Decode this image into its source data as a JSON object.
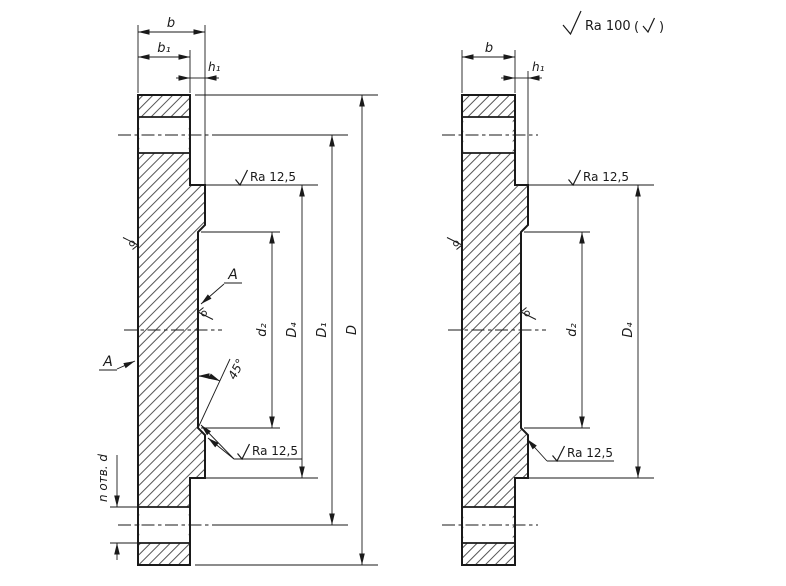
{
  "drawing": {
    "background": "#ffffff",
    "line_color": "#1a1a1a",
    "general_roughness": {
      "value": "Ra 100",
      "paren_open": "(",
      "paren_close": ")"
    },
    "left_flange": {
      "dim_b": "b",
      "dim_b1": "b₁",
      "dim_h1": "h₁",
      "dim_d2": "d₂",
      "dim_D4": "D₄",
      "dim_D1": "D₁",
      "dim_D": "D",
      "chamfer_angle": "45°",
      "roughness_top": "Ra 12,5",
      "roughness_bottom": "Ra 12,5",
      "surface_mark_top": "А",
      "surface_mark_left": "А",
      "holes_note": "n отв. d"
    },
    "right_flange": {
      "dim_b": "b",
      "dim_h1": "h₁",
      "dim_d2": "d₂",
      "dim_D4": "D₄",
      "roughness_top": "Ra 12,5",
      "roughness_bottom": "Ra 12,5"
    }
  }
}
